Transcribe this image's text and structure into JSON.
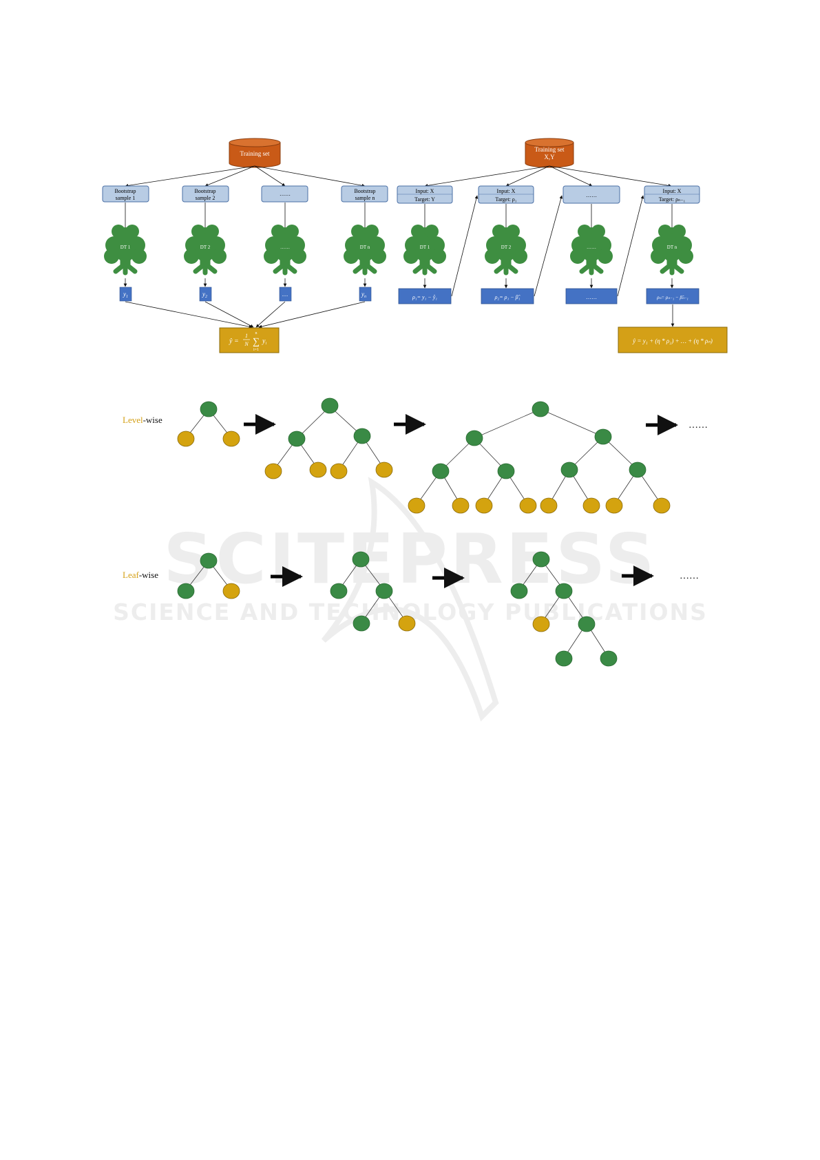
{
  "colors": {
    "cylinder": "#c95a17",
    "sample_box": "#b8cce4",
    "sample_border": "#4a6fa5",
    "pred_box": "#4472c4",
    "result_box": "#d4a017",
    "tree_green": "#3e8e41",
    "node_green": "#3a8a45",
    "node_gold": "#d4a30f",
    "arrow": "#111111",
    "watermark": "#e6e6e6"
  },
  "watermark": {
    "brand": "SCITEPRESS",
    "subtitle": "SCIENCE AND TECHNOLOGY PUBLICATIONS"
  },
  "bagging": {
    "training_set": "Training set",
    "samples": [
      {
        "line1": "Bootstrap",
        "line2": "sample 1"
      },
      {
        "line1": "Bootstrap",
        "line2": "sample 2"
      },
      {
        "line1": "……",
        "line2": ""
      },
      {
        "line1": "Bootstrap",
        "line2": "sample n"
      }
    ],
    "trees": [
      "DT 1",
      "DT 2",
      "……",
      "DT n"
    ],
    "predictions": [
      "y",
      "y",
      "…",
      "y"
    ],
    "prediction_subs": [
      "1",
      "2",
      "",
      "n"
    ],
    "formula": "ŷ = (1/N) Σ yᵢ",
    "formula_parts": {
      "lhs": "ŷ =",
      "num": "1",
      "den": "N",
      "sigma": "∑",
      "upper": "n",
      "lower": "i=1",
      "term": "y",
      "term_sub": "i"
    }
  },
  "boosting": {
    "training_set_line1": "Training set",
    "training_set_line2": "X,Y",
    "inputs": [
      {
        "line1": "Input: X",
        "line2": "Target: Y"
      },
      {
        "line1": "Input: X",
        "line2": "Target: ρ₁"
      },
      {
        "line1": "……",
        "line2": ""
      },
      {
        "line1": "Input: X",
        "line2": "Target: ρₙ₋₁"
      }
    ],
    "trees": [
      "DT 1",
      "DT 2",
      "……",
      "DT n"
    ],
    "residuals": [
      "ρ₁= y₁ − ŷ₁",
      "ρ₂= ρ₁ − β̂₁",
      "……",
      "ρₙ= ρₙ₋₁ − β̂ₙ₋₁"
    ],
    "formula": "ŷ =  y₁ + (η * ρ₂) + … + (η * ρₙ)"
  },
  "growth": {
    "level_label_colored": "Level",
    "level_label_rest": "-wise",
    "leaf_label_colored": "Leaf",
    "leaf_label_rest": "-wise",
    "ellipsis": "……"
  }
}
